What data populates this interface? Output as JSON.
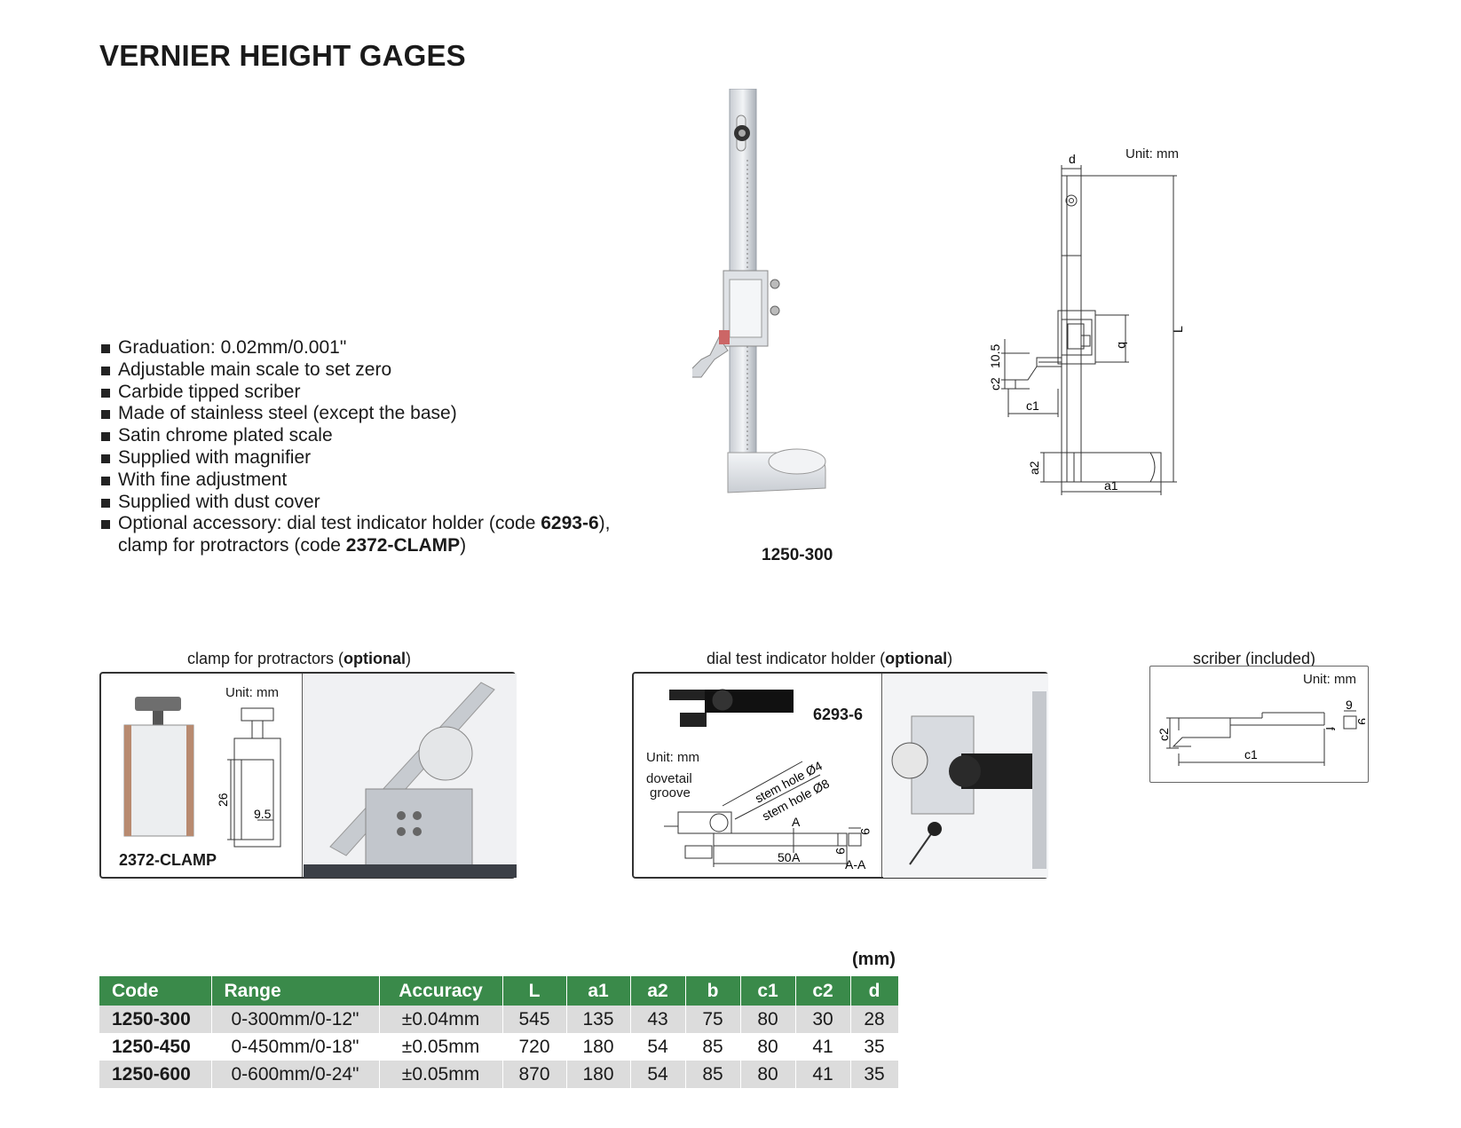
{
  "title": "VERNIER HEIGHT GAGES",
  "features": [
    {
      "text": "Graduation: 0.02mm/0.001\""
    },
    {
      "text": "Adjustable main scale to set zero"
    },
    {
      "text": "Carbide tipped scriber"
    },
    {
      "text": "Made of stainless steel (except the base)"
    },
    {
      "text": "Satin chrome plated scale"
    },
    {
      "text": "Supplied with magnifier"
    },
    {
      "text": "With fine adjustment"
    },
    {
      "text": "Supplied with dust cover"
    }
  ],
  "optional_feature": {
    "part1": "Optional accessory: dial test indicator holder (code ",
    "code1": "6293-6",
    "part2": "),",
    "part3": "clamp for protractors (code ",
    "code2": "2372-CLAMP",
    "part4": ")"
  },
  "product_label": "1250-300",
  "main_drawing": {
    "unit": "Unit: mm",
    "labels": {
      "d": "d",
      "L": "L",
      "b": "b",
      "c2": "c2",
      "ten_five": "10.5",
      "c1": "c1",
      "a2": "a2",
      "a1": "a1"
    }
  },
  "clamp_section": {
    "caption_prefix": "clamp for protractors (",
    "caption_bold": "optional",
    "caption_suffix": ")",
    "unit": "Unit: mm",
    "dim_26": "26",
    "dim_9_5": "9.5",
    "code": "2372-CLAMP"
  },
  "holder_section": {
    "caption_prefix": "dial test indicator holder (",
    "caption_bold": "optional",
    "caption_suffix": ")",
    "code": "6293-6",
    "unit": "Unit: mm",
    "dovetail": "dovetail",
    "groove": "groove",
    "stem4": "stem hole Ø4",
    "stem8": "stem hole Ø8",
    "dim_50": "50",
    "dim_9a": "9",
    "dim_9b": "9",
    "mark_a1": "A",
    "mark_a2": "A",
    "section": "A-A"
  },
  "scriber_section": {
    "caption": "scriber (included)",
    "unit": "Unit: mm",
    "dim_9a": "9",
    "dim_9b": "9",
    "c1": "c1",
    "c2": "c2",
    "f": "f"
  },
  "table": {
    "unit": "(mm)",
    "headers": [
      "Code",
      "Range",
      "Accuracy",
      "L",
      "a1",
      "a2",
      "b",
      "c1",
      "c2",
      "d"
    ],
    "rows": [
      [
        "1250-300",
        "0-300mm/0-12\"",
        "±0.04mm",
        "545",
        "135",
        "43",
        "75",
        "80",
        "30",
        "28"
      ],
      [
        "1250-450",
        "0-450mm/0-18\"",
        "±0.05mm",
        "720",
        "180",
        "54",
        "85",
        "80",
        "41",
        "35"
      ],
      [
        "1250-600",
        "0-600mm/0-24\"",
        "±0.05mm",
        "870",
        "180",
        "54",
        "85",
        "80",
        "41",
        "35"
      ]
    ]
  },
  "colors": {
    "header_green": "#3a8a4a",
    "row_gray": "#dcdcdc"
  }
}
